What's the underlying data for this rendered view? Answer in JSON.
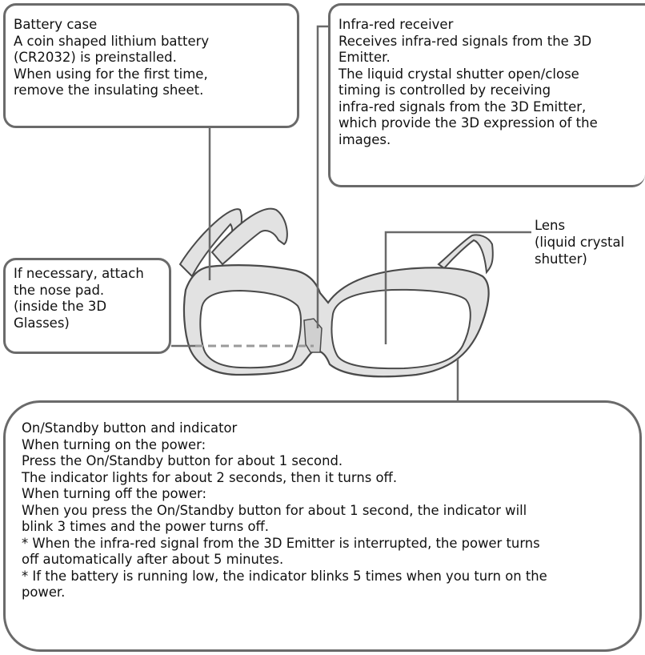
{
  "callouts": {
    "battery_case": {
      "lines": [
        "Battery case",
        "A coin shaped lithium battery",
        "(CR2032) is preinstalled.",
        "When using for the first time,",
        "remove the insulating sheet."
      ]
    },
    "infrared_receiver": {
      "lines": [
        "Infra-red receiver",
        "Receives infra-red signals from the 3D",
        "Emitter.",
        "The liquid crystal shutter open/close",
        "timing is controlled by receiving",
        "infra-red signals from the 3D Emitter,",
        "which provide the 3D expression of the",
        "images."
      ]
    },
    "nose_pad": {
      "lines": [
        "If necessary, attach",
        "the nose pad.",
        "(inside the 3D",
        "Glasses)"
      ]
    },
    "lens": {
      "lines": [
        "Lens",
        "(liquid crystal",
        "shutter)"
      ]
    },
    "on_standby": {
      "lines": [
        "On/Standby button and indicator",
        "When turning on the power:",
        "Press the On/Standby button for about 1 second.",
        "The indicator lights for about 2 seconds, then it turns off.",
        "When turning off the power:",
        "When you press the On/Standby button for about 1 second, the indicator will",
        "blink 3 times and the power turns off.",
        "* When the infra-red signal from the 3D Emitter is interrupted, the power turns",
        "off automatically after about 5 minutes.",
        "* If the battery is running low, the indicator blinks 5 times when you turn on the",
        "power."
      ]
    }
  },
  "colors": {
    "callout_border": "#6a6a6a",
    "leader_line": "#6a6a6a",
    "hidden_line": "#9a9a9a",
    "frame_fill": "#e2e2e2",
    "frame_outline": "#4a4a4a",
    "lens_fill": "#ffffff"
  }
}
